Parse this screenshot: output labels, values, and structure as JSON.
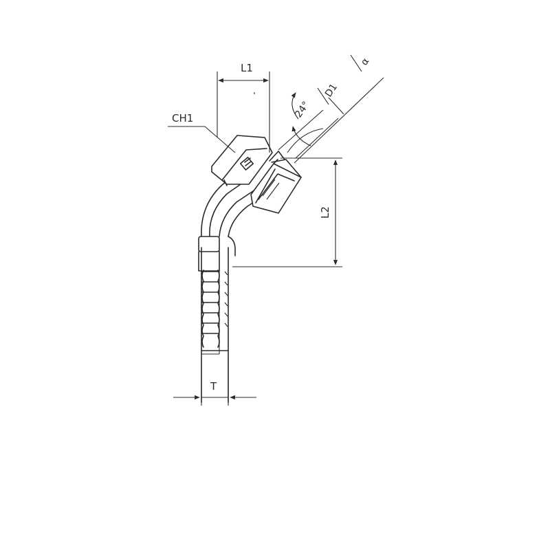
{
  "drawing": {
    "labels": {
      "ch1": "CH1",
      "l1": "L1",
      "l2": "L2",
      "t": "T",
      "d1": "D1",
      "angle": "24°",
      "alpha": "α"
    }
  },
  "colors": {
    "line": "#2a2a2a",
    "background": "#ffffff"
  }
}
